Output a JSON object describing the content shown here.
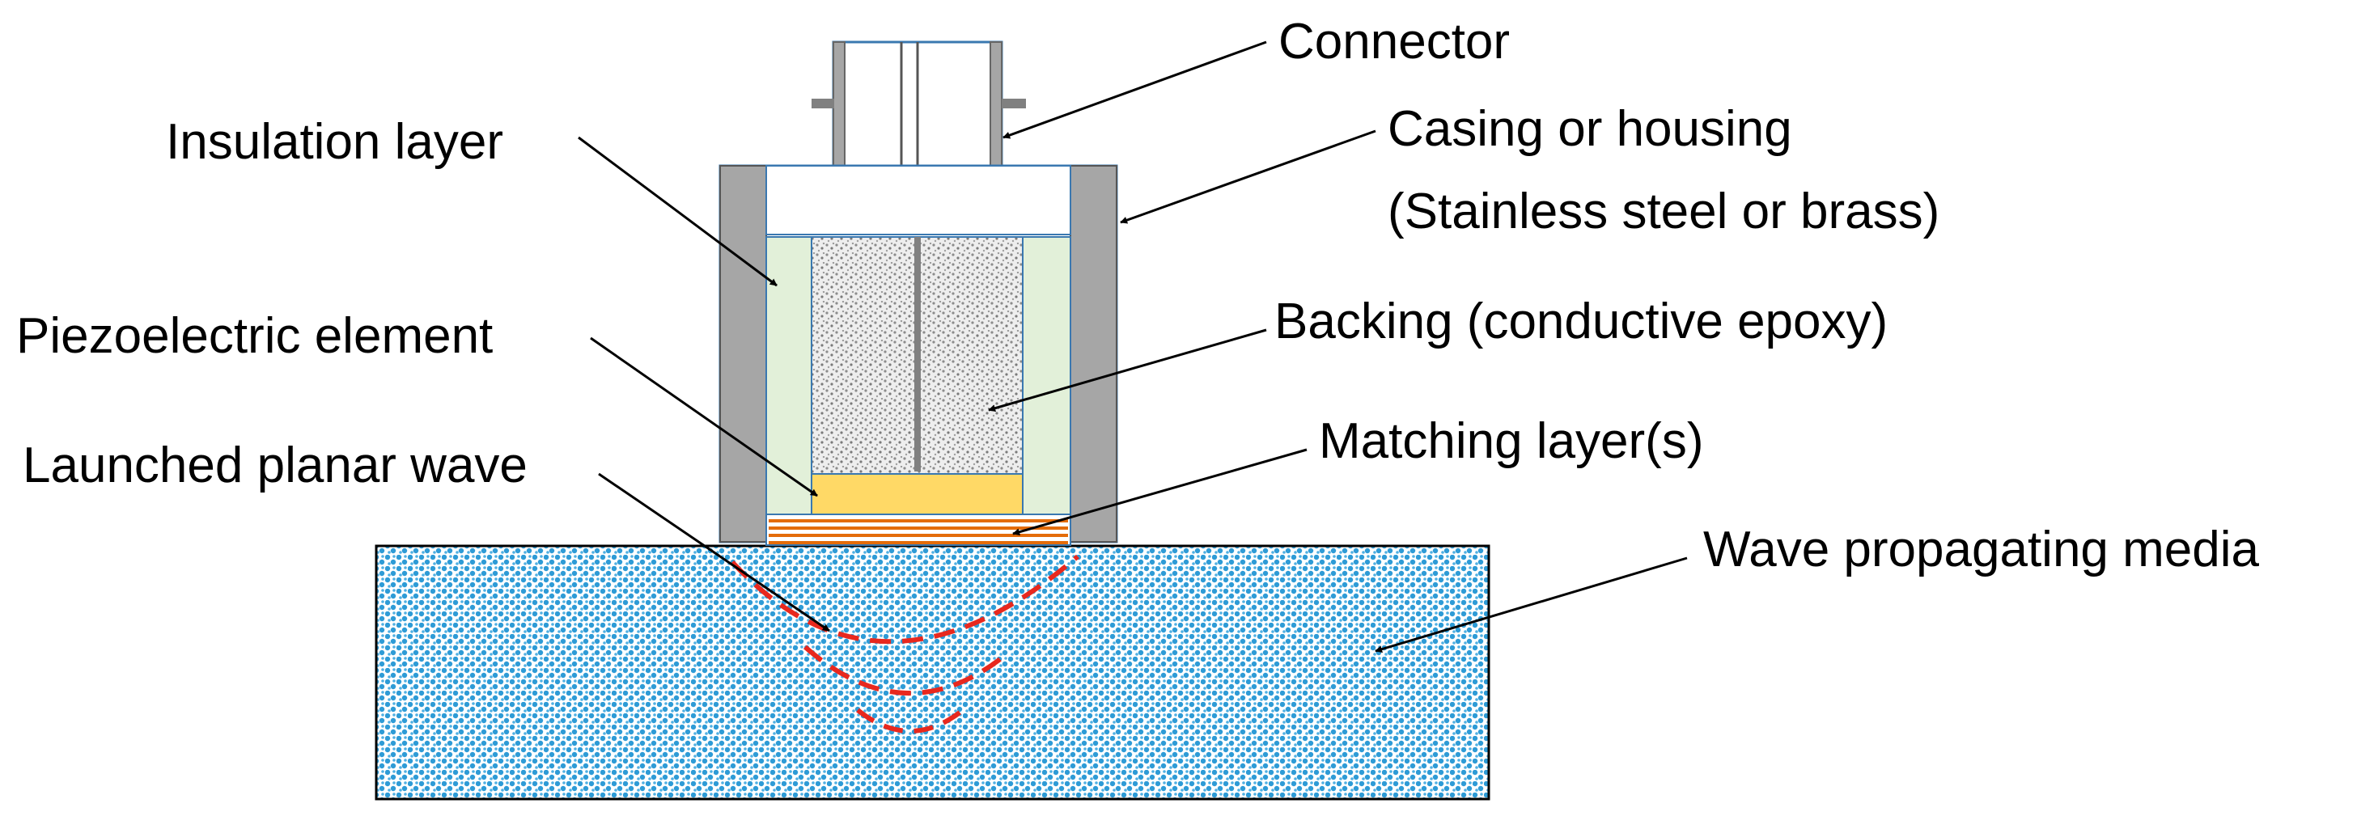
{
  "labels": {
    "connector": "Connector",
    "insulation_layer": "Insulation layer",
    "casing_line1": "Casing or housing",
    "casing_line2": "(Stainless steel or brass)",
    "piezoelectric_element": "Piezoelectric element",
    "backing": "Backing (conductive epoxy)",
    "launched_wave": "Launched planar wave",
    "matching_layers": "Matching layer(s)",
    "wave_media": "Wave propagating media"
  },
  "colors": {
    "casing": "#a6a6a6",
    "insulation": "#e2f0d9",
    "piezo": "#ffd966",
    "matching": "#e46c0a",
    "media": "#2e9bd6",
    "wave": "#e8281e",
    "outline": "#3a78b0"
  }
}
